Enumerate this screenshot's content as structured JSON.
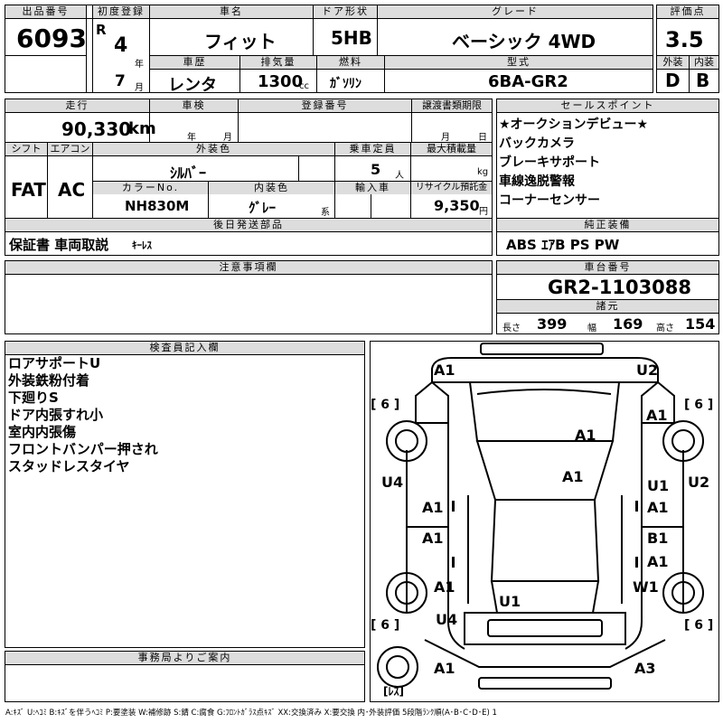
{
  "header": {
    "lot_label": "出品番号",
    "lot": "6093",
    "reg_label": "初度登録",
    "era": "R",
    "year": "4",
    "year_unit": "年",
    "month": "7",
    "month_unit": "月",
    "name_label": "車名",
    "name": "フィット",
    "door_label": "ドア形状",
    "door": "5HB",
    "grade_label": "グレード",
    "grade": "ベーシック 4WD",
    "score_label": "評価点",
    "score": "3.5",
    "ext_label": "外装",
    "ext": "D",
    "int_label": "内装",
    "int": "B",
    "hist_label": "車歴",
    "hist": "レンタ",
    "disp_label": "排気量",
    "disp": "1300",
    "disp_unit": "cc",
    "fuel_label": "燃料",
    "fuel": "ｶﾞｿﾘﾝ",
    "model_label": "型式",
    "model": "6BA-GR2"
  },
  "details": {
    "mileage_label": "走行",
    "mileage": "90,330",
    "mileage_unit": "km",
    "inspect_label": "車検",
    "inspect_year": "年",
    "inspect_month": "月",
    "regno_label": "登録番号",
    "transfer_label": "譲渡書類期限",
    "transfer_month": "月",
    "transfer_day": "日",
    "shift_label": "シフト",
    "shift": "FAT",
    "ac_label": "エアコン",
    "ac": "AC",
    "color_label": "外装色",
    "color": "ｼﾙﾊﾞｰ",
    "cap_label": "乗車定員",
    "cap": "5",
    "cap_unit": "人",
    "load_label": "最大積載量",
    "load_unit": "kg",
    "colorno_label": "カラーNo.",
    "colorno": "NH830M",
    "intcolor_label": "内装色",
    "intcolor": "ｸﾞﾚｰ",
    "intcolor_suffix": "系",
    "import_label": "輸入車",
    "recycle_label": "リサイクル預託金",
    "recycle": "9,350",
    "recycle_unit": "円",
    "later_label": "後日発送部品",
    "later": "保証書 車両取説",
    "later_small": "ｷｰﾚｽ"
  },
  "sales": {
    "label": "セールスポイント",
    "items": [
      "★オークションデビュー★",
      "バックカメラ",
      "ブレーキサポート",
      "車線逸脱警報",
      "コーナーセンサー"
    ]
  },
  "equip": {
    "label": "純正装備",
    "value": "ABS ｴｱB PS PW"
  },
  "notes": {
    "label": "注意事項欄"
  },
  "chassis": {
    "label": "車台番号",
    "value": "GR2-1103088"
  },
  "spec": {
    "label": "諸元",
    "len_label": "長さ",
    "len": "399",
    "wid_label": "幅",
    "wid": "169",
    "hei_label": "高さ",
    "hei": "154"
  },
  "inspector": {
    "label": "検査員記入欄",
    "items": [
      "ロアサポートU",
      "外装鉄粉付着",
      "下廻りS",
      "ドア内張すれ小",
      "室内内張傷",
      "フロントバンパー押され",
      "スタッドレスタイヤ"
    ]
  },
  "diagram": {
    "marks": {
      "fl_corner": "A1",
      "fr_corner": "U2",
      "tire_fl": "[ 6 ]",
      "tire_fr": "[ 6 ]",
      "tire_rl": "[ 6 ]",
      "tire_rr": "[ 6 ]",
      "fender_r": "A1",
      "hood": "A1",
      "windshield": "A1",
      "pillar_l": "U4",
      "pillar_r": "U2",
      "door_fl": "A1",
      "door_fr_1": "U1",
      "door_fr_2": "A1",
      "door_rl": "A1",
      "door_rr_1": "B1",
      "door_rr_2": "A1",
      "qtr_l": "A1",
      "qtr_r": "W1",
      "roof": "U1",
      "rear_l": "U4",
      "rear_bumper_l": "A1",
      "rear_bumper_r": "A3",
      "spare": "[ﾚｽ]"
    }
  },
  "office": {
    "label": "事務局よりご案内"
  },
  "legend": "A:ｷｽﾞ U:ﾍｺﾐ B:ｷｽﾞを伴うﾍｺﾐ P:要塗装 W:補修跡 S:錆 C:腐食 G:ﾌﾛﾝﾄｶﾞﾗｽ点ｷｽﾞ XX:交換済み X:要交換 内･外装評価 5段階ﾗﾝｸ順(A･B･C･D･E) 1"
}
